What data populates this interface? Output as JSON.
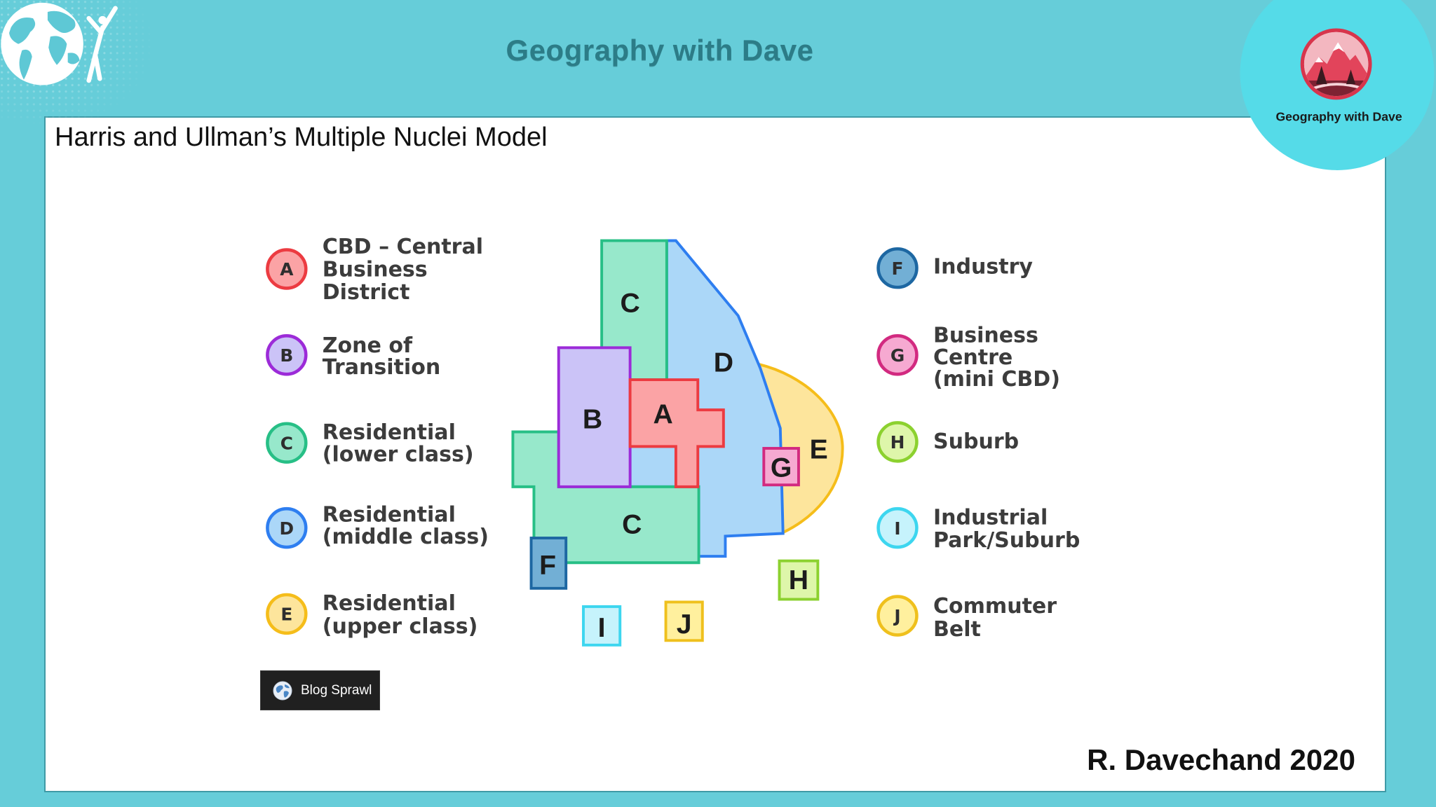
{
  "header": {
    "title": "Geography with Dave"
  },
  "brand_badge": {
    "label": "Geography with Dave"
  },
  "slide": {
    "title": "Harris and Ullman’s Multiple Nuclei Model",
    "credit": "R. Davechand 2020",
    "source_badge": "Blog Sprawl"
  },
  "icons": {
    "header_logo": "globe-logo-icon",
    "brand_logo": "mountain-logo-icon",
    "source_badge": "globe-icon"
  },
  "theme": {
    "background": "#66cdd9",
    "brand_circle": "#55dbe8",
    "title_color": "#2c7c87",
    "panel_border": "#3f9aa6"
  },
  "zones": {
    "A": {
      "fill": "#fba3a5",
      "stroke": "#ec3b41"
    },
    "B": {
      "fill": "#cbc3f7",
      "stroke": "#9c2bd8"
    },
    "C": {
      "fill": "#97e8cb",
      "stroke": "#27bf86"
    },
    "D": {
      "fill": "#abd7f8",
      "stroke": "#2e7ef0"
    },
    "E": {
      "fill": "#fde59c",
      "stroke": "#f5bd1a"
    },
    "F": {
      "fill": "#72afd5",
      "stroke": "#1d67a2"
    },
    "G": {
      "fill": "#f6a9d1",
      "stroke": "#d22a80"
    },
    "H": {
      "fill": "#def6aa",
      "stroke": "#8cd12f"
    },
    "I": {
      "fill": "#c6f3fc",
      "stroke": "#3dd6ef"
    },
    "J": {
      "fill": "#fff09e",
      "stroke": "#efc01d"
    }
  },
  "legend": {
    "left": [
      {
        "key": "A",
        "lines": [
          "CBD – Central",
          "Business",
          "District"
        ]
      },
      {
        "key": "B",
        "lines": [
          "Zone of",
          "Transition"
        ]
      },
      {
        "key": "C",
        "lines": [
          "Residential",
          "(lower class)"
        ]
      },
      {
        "key": "D",
        "lines": [
          "Residential",
          "(middle class)"
        ]
      },
      {
        "key": "E",
        "lines": [
          "Residential",
          "(upper class)"
        ]
      }
    ],
    "right": [
      {
        "key": "F",
        "lines": [
          "Industry"
        ]
      },
      {
        "key": "G",
        "lines": [
          "Business",
          "Centre",
          "(mini CBD)"
        ]
      },
      {
        "key": "H",
        "lines": [
          "Suburb"
        ]
      },
      {
        "key": "I",
        "lines": [
          "Industrial",
          "Park/Suburb"
        ]
      },
      {
        "key": "J",
        "lines": [
          "Commuter",
          "Belt"
        ]
      }
    ]
  },
  "map": {
    "labels": {
      "c_upper": "C",
      "d": "D",
      "b": "B",
      "a": "A",
      "e": "E",
      "g": "G",
      "c_lower": "C",
      "f": "F",
      "h": "H",
      "i": "I",
      "j": "J"
    }
  }
}
